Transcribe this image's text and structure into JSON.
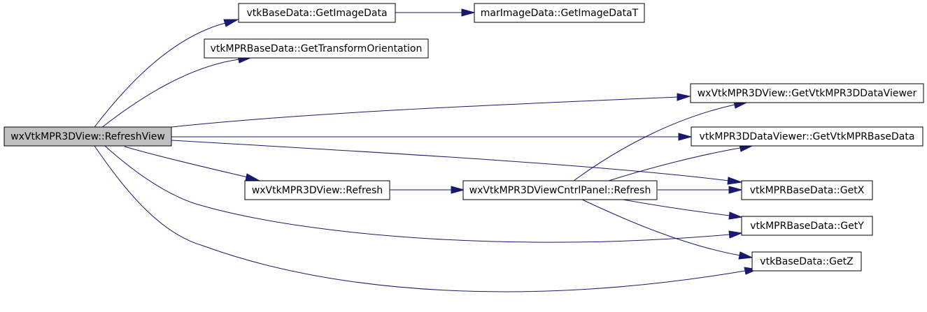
{
  "graph": {
    "colors": {
      "edge": "#191970",
      "root_fill": "#bfbfbf",
      "node_fill": "#ffffff",
      "node_border": "#000000"
    },
    "nodes": {
      "refreshView": "wxVtkMPR3DView::RefreshView",
      "getImageData": "vtkBaseData::GetImageData",
      "getImageDataT": "marImageData::GetImageDataT",
      "getTransformOrientation": "vtkMPRBaseData::GetTransformOrientation",
      "getVtkMPR3DDataViewer": "wxVtkMPR3DView::GetVtkMPR3DDataViewer",
      "getVtkMPRBaseData": "vtkMPR3DDataViewer::GetVtkMPRBaseData",
      "refresh": "wxVtkMPR3DView::Refresh",
      "cntrlPanelRefresh": "wxVtkMPR3DViewCntrlPanel::Refresh",
      "getX": "vtkMPRBaseData::GetX",
      "getY": "vtkMPRBaseData::GetY",
      "getZ": "vtkBaseData::GetZ"
    }
  }
}
